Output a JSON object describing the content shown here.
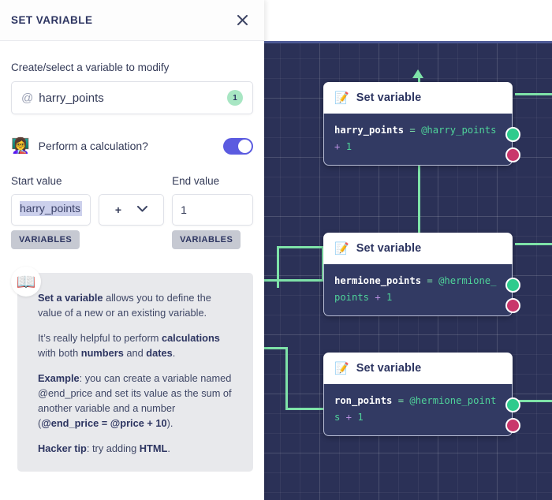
{
  "panel": {
    "title": "SET VARIABLE",
    "close_icon": "close-icon",
    "variable_section": {
      "label": "Create/select a variable to modify",
      "at_symbol": "@",
      "value": "harry_points",
      "badge": "1"
    },
    "calculation": {
      "emoji": "👩‍🏫",
      "label": "Perform a calculation?",
      "toggle_on": true
    },
    "start_value": {
      "label": "Start value",
      "value": "harry_points",
      "variables_button": "VARIABLES"
    },
    "operator": {
      "selected": "+",
      "chevron": "chevron-down-icon"
    },
    "end_value": {
      "label": "End value",
      "value": "1",
      "variables_button": "VARIABLES"
    },
    "info": {
      "icon": "📖",
      "paragraphs": [
        [
          {
            "t": "Set a variable",
            "b": true
          },
          {
            "t": " allows you to define the value of a new or an existing variable.",
            "b": false
          }
        ],
        [
          {
            "t": "It’s really helpful to perform ",
            "b": false
          },
          {
            "t": "calculations",
            "b": true
          },
          {
            "t": " with both ",
            "b": false
          },
          {
            "t": "numbers",
            "b": true
          },
          {
            "t": " and ",
            "b": false
          },
          {
            "t": "dates",
            "b": true
          },
          {
            "t": ".",
            "b": false
          }
        ],
        [
          {
            "t": "Example",
            "b": true
          },
          {
            "t": ": you can create a variable named @end_price and set its value as the sum of another variable and a number (",
            "b": false
          },
          {
            "t": "@end_price = @price + 10",
            "b": true
          },
          {
            "t": ").",
            "b": false
          }
        ],
        [
          {
            "t": "Hacker tip",
            "b": true
          },
          {
            "t": ": try adding ",
            "b": false
          },
          {
            "t": "HTML",
            "b": true
          },
          {
            "t": ".",
            "b": false
          }
        ]
      ]
    }
  },
  "canvas": {
    "node_emoji": "📝",
    "node_title": "Set variable",
    "nodes": [
      {
        "name": "harry-points-node",
        "title": "Set variable",
        "tokens": [
          {
            "t": "harry_points",
            "c": "tk-var"
          },
          {
            "t": " = ",
            "c": "tk-eq"
          },
          {
            "t": "@harry_points",
            "c": "tk-ref"
          },
          {
            "t": " + ",
            "c": "tk-plus"
          },
          {
            "t": "1",
            "c": "tk-num"
          }
        ]
      },
      {
        "name": "hermione-points-node",
        "title": "Set variable",
        "tokens": [
          {
            "t": "hermione_points",
            "c": "tk-var"
          },
          {
            "t": " = ",
            "c": "tk-eq"
          },
          {
            "t": "@hermione_points",
            "c": "tk-ref"
          },
          {
            "t": " + ",
            "c": "tk-plus"
          },
          {
            "t": "1",
            "c": "tk-num"
          }
        ]
      },
      {
        "name": "ron-points-node",
        "title": "Set variable",
        "tokens": [
          {
            "t": "ron_points",
            "c": "tk-var"
          },
          {
            "t": " = ",
            "c": "tk-eq"
          },
          {
            "t": "@hermione_points",
            "c": "tk-ref"
          },
          {
            "t": " + ",
            "c": "tk-plus"
          },
          {
            "t": "1",
            "c": "tk-num"
          }
        ]
      }
    ],
    "colors": {
      "background": "#2b3157",
      "node_body": "#323a63",
      "connector": "#7ee2a8",
      "output_dot": "#2ecb8d",
      "error_dot": "#c9376b"
    }
  }
}
